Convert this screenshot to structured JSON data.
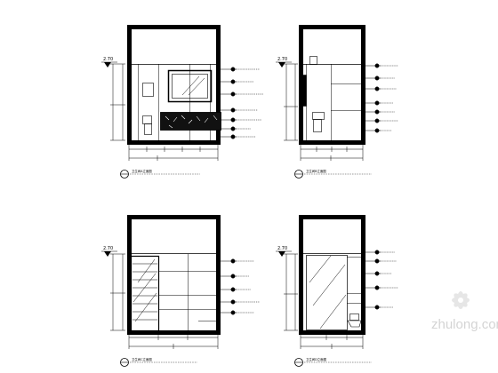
{
  "sheet": {
    "watermark": "zhulong.com",
    "elevations": [
      {
        "id": "A",
        "level_mark": "2.70",
        "title": "卫生间A立面图"
      },
      {
        "id": "B",
        "level_mark": "2.70",
        "title": "卫生间B立面图"
      },
      {
        "id": "C",
        "level_mark": "2.70",
        "title": "卫生间C立面图"
      },
      {
        "id": "D",
        "level_mark": "2.70",
        "title": "卫生间D立面图"
      }
    ]
  }
}
